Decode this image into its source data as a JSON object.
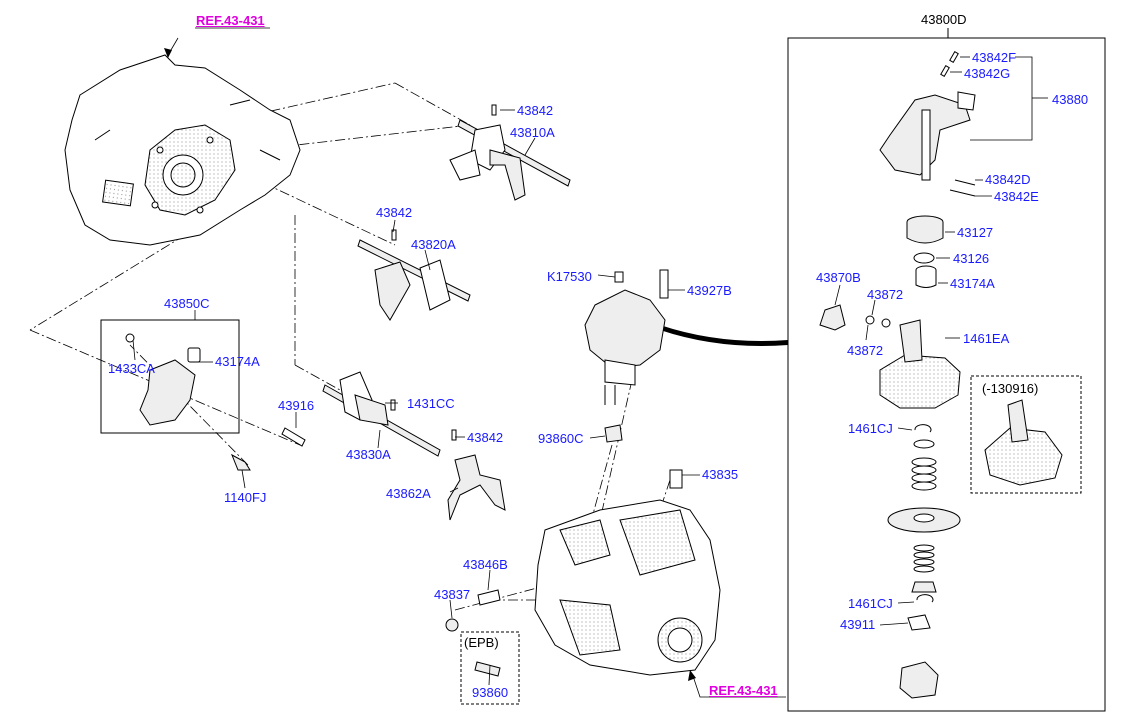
{
  "references": {
    "top": "REF.43-431",
    "bottom": "REF.43-431"
  },
  "kit_box": {
    "title": "43800D"
  },
  "epb_box": {
    "title": "(EPB)"
  },
  "variant_box": {
    "title": "(-130916)"
  },
  "part_labels": {
    "p43842_a": "43842",
    "p43810a": "43810A",
    "p43842_b": "43842",
    "p43820a": "43820A",
    "p43850c": "43850C",
    "p1433ca": "1433CA",
    "p43174a_left": "43174A",
    "p43916": "43916",
    "p1431cc": "1431CC",
    "p43842_c": "43842",
    "p43830a": "43830A",
    "p43862a": "43862A",
    "p1140fj": "1140FJ",
    "pk17530": "K17530",
    "p43927b": "43927B",
    "p93860c": "93860C",
    "p43835": "43835",
    "p43846b": "43846B",
    "p43837": "43837",
    "p93860": "93860",
    "p43842f": "43842F",
    "p43842g": "43842G",
    "p43880": "43880",
    "p43842d": "43842D",
    "p43842e": "43842E",
    "p43127": "43127",
    "p43126": "43126",
    "p43174a_right": "43174A",
    "p43870b": "43870B",
    "p43872_a": "43872",
    "p43872_b": "43872",
    "p1461ea": "1461EA",
    "p1461cj_a": "1461CJ",
    "p1461cj_b": "1461CJ",
    "p43911": "43911"
  },
  "colors": {
    "label": "#1a1aff",
    "reference": "#e000e0",
    "line": "#000000"
  }
}
